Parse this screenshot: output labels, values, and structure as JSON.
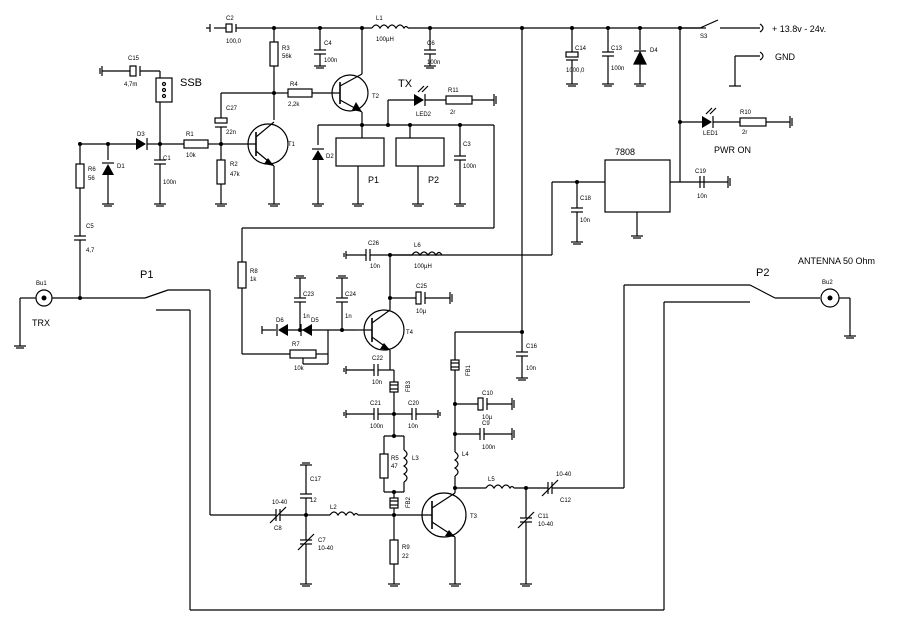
{
  "labels": {
    "supply": "+ 13.8v -  24v.",
    "gnd": "GND",
    "s3": "S3",
    "ssb": "SSB",
    "tx": "TX",
    "pwr_on": "PWR ON",
    "trx": "TRX",
    "antenna": "ANTENNA  50 Ohm",
    "p1": "P1",
    "p2": "P2",
    "relay_p1": "P1",
    "relay_p2": "P2",
    "reg": "7808",
    "bu1": "Bu1",
    "bu2": "Bu2"
  },
  "parts": {
    "c2": "C2",
    "c2v": "100,0",
    "l1": "L1",
    "l1v": "100µH",
    "c4": "C4",
    "c4v": "100n",
    "c6": "C6",
    "c6v": "100n",
    "c14": "C14",
    "c14v": "1000,0",
    "c13": "C13",
    "c13v": "100n",
    "d4": "D4",
    "c15": "C15",
    "c15v": "4,7m",
    "r3": "R3",
    "r3v": "56k",
    "r4": "R4",
    "r4v": "2,2k",
    "t2": "T2",
    "led2": "LED2",
    "r11": "R11",
    "r11v": "2r",
    "c27": "C27",
    "c27v": "22n",
    "d3": "D3",
    "r1": "R1",
    "r1v": "10k",
    "t1": "T1",
    "d2": "D2",
    "c3": "C3",
    "c3v": "100n",
    "led1": "LED1",
    "r10": "R10",
    "r10v": "2r",
    "r6": "R6",
    "r6v": "56",
    "d1": "D1",
    "c1": "C1",
    "c1v": "100n",
    "r2": "R2",
    "r2v": "47k",
    "c18": "C18",
    "c18v": "10n",
    "c19": "C19",
    "c19v": "10n",
    "c5": "C5",
    "c5v": "4,7",
    "c26": "C26",
    "c26v": "10n",
    "l6": "L6",
    "l6v": "100µH",
    "r8": "R8",
    "r8v": "1k",
    "c23": "C23",
    "c23v": "1n",
    "c24": "C24",
    "c24v": "1n",
    "c25": "C25",
    "c25v": "10µ",
    "d6": "D6",
    "d5": "D5",
    "t4": "T4",
    "r7": "R7",
    "r7v": "10k",
    "c22": "C22",
    "c22v": "10n",
    "fb3": "FB3",
    "fb1": "FB1",
    "c16": "C16",
    "c16v": "10n",
    "c10": "C10",
    "c10v": "10µ",
    "c21": "C21",
    "c21v": "100n",
    "c20": "C20",
    "c20v": "10n",
    "c9": "C9",
    "c9v": "100n",
    "r5": "R5",
    "r5v": "47",
    "l3": "L3",
    "l4": "L4",
    "c17": "C17",
    "c17v": "12",
    "c8": "C8",
    "c8v": "10-40",
    "l2": "L2",
    "fb2": "FB2",
    "t3": "T3",
    "l5": "L5",
    "c12": "C12",
    "c12v": "10-40",
    "c11": "C11",
    "c11v": "10-40",
    "c7": "C7",
    "c7v": "10-40",
    "r9": "R9",
    "r9v": "22"
  }
}
